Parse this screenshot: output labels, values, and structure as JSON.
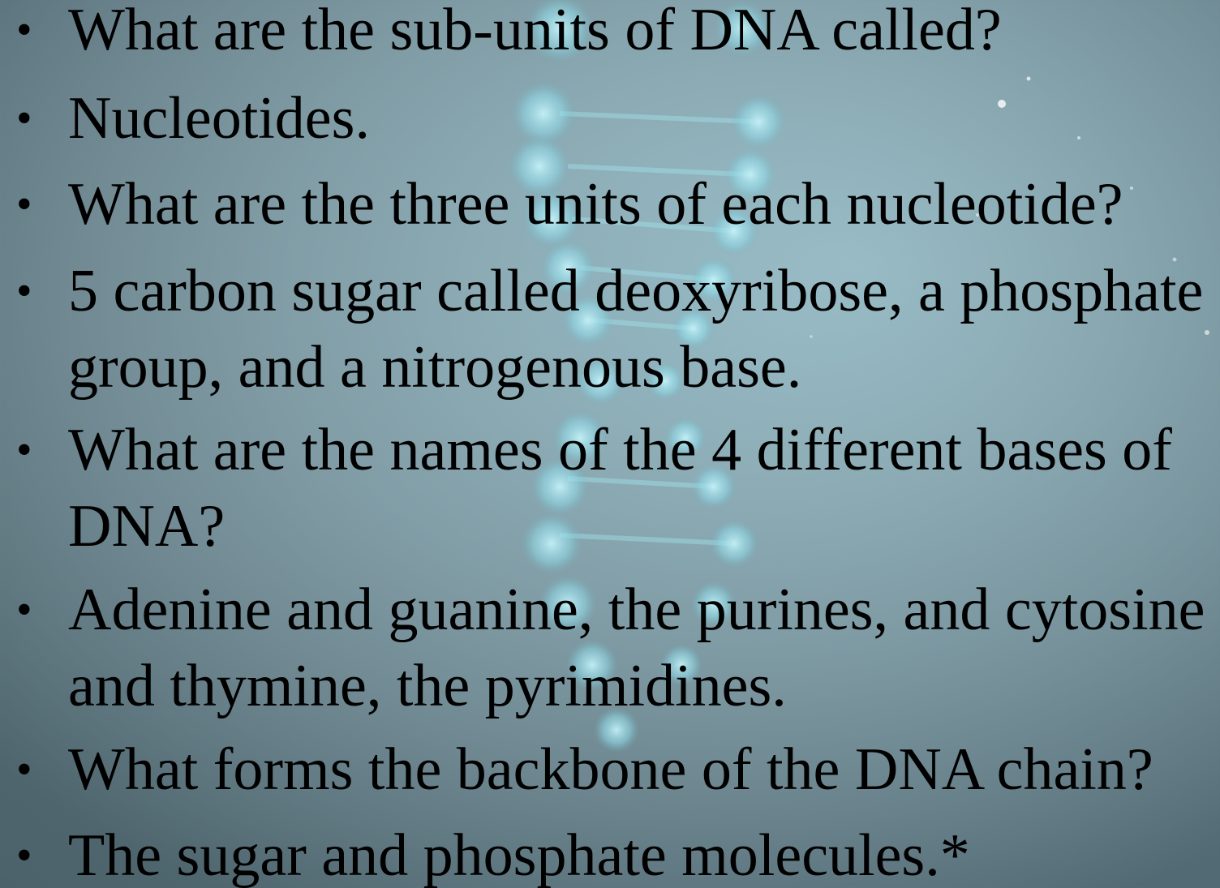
{
  "slide": {
    "bullet_glyph": "•",
    "items": [
      {
        "text": "What are the sub-units of DNA called?"
      },
      {
        "text": "Nucleotides."
      },
      {
        "text": "What are the three units of each nucleotide?"
      },
      {
        "text": "5 carbon sugar called deoxyribose, a phosphate group, and a nitrogenous base."
      },
      {
        "text": "What are the names of the 4 different bases of DNA?"
      },
      {
        "text": "Adenine and guanine, the purines, and cytosine and thymine, the pyrimidines."
      },
      {
        "text": "What forms the backbone of the DNA chain?"
      },
      {
        "text": "The sugar and phosphate molecules.*"
      }
    ]
  },
  "colors": {
    "text": "#000000",
    "background": "#7a9aa4",
    "helix": "#a6e4ee"
  },
  "icons": {
    "background": "dna-helix-icon"
  }
}
